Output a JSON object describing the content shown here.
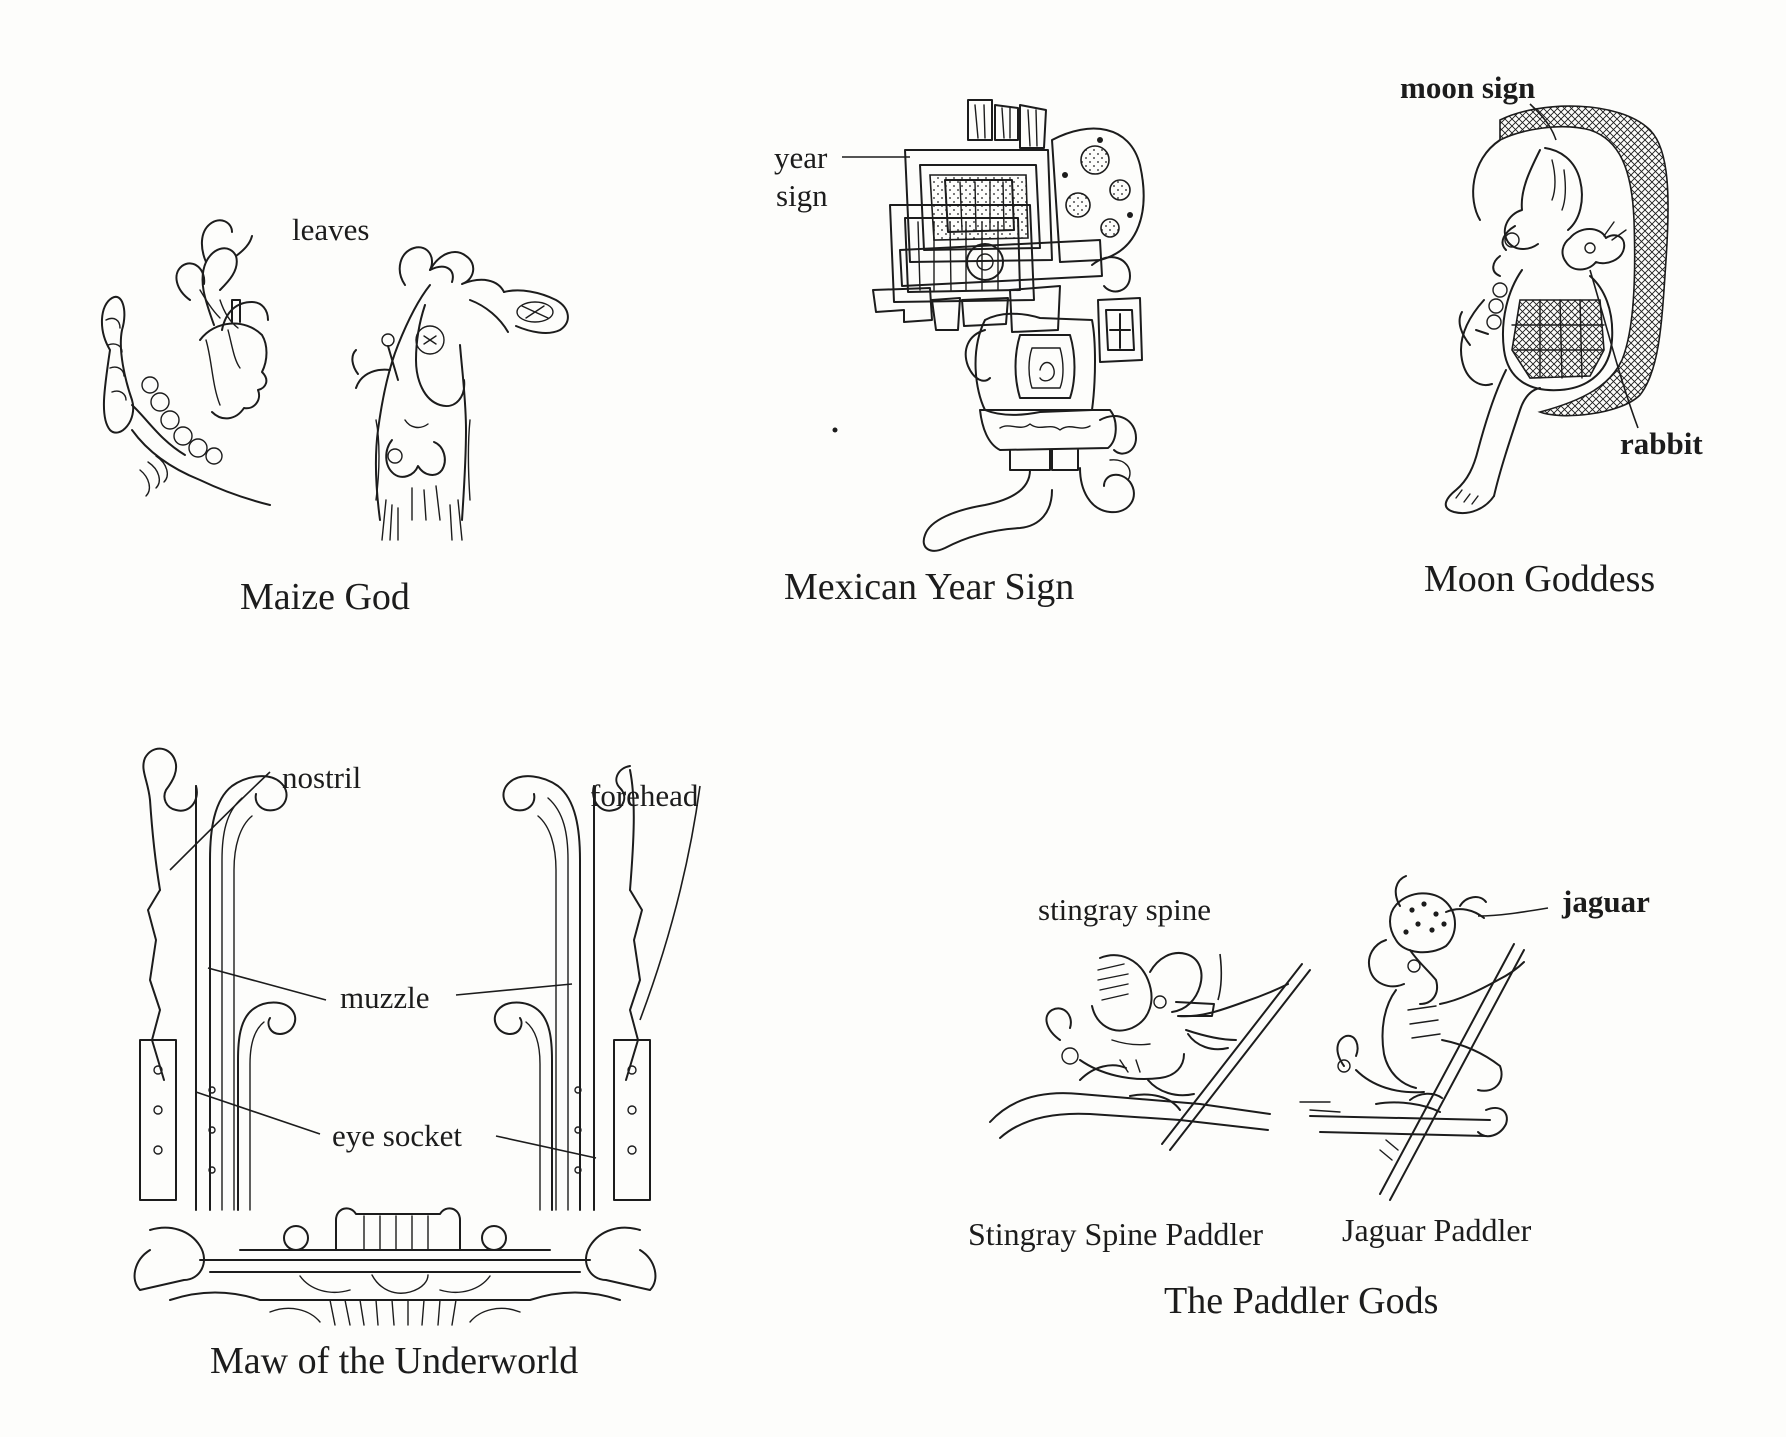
{
  "figures": {
    "maize_god": {
      "caption": "Maize God",
      "labels": {
        "leaves": "leaves"
      }
    },
    "year_sign": {
      "caption": "Mexican Year Sign",
      "labels": {
        "year": "year",
        "sign": "sign"
      }
    },
    "moon_goddess": {
      "caption": "Moon Goddess",
      "labels": {
        "moon_sign": "moon sign",
        "rabbit": "rabbit"
      }
    },
    "underworld": {
      "caption": "Maw of the Underworld",
      "labels": {
        "nostril": "nostril",
        "forehead": "forehead",
        "muzzle": "muzzle",
        "eye_socket": "eye socket"
      }
    },
    "paddlers": {
      "caption": "The Paddler Gods",
      "labels": {
        "stingray_spine": "stingray spine",
        "jaguar": "jaguar",
        "stingray_paddler": "Stingray Spine Paddler",
        "jaguar_paddler": "Jaguar Paddler"
      }
    }
  },
  "ink_color": "#1c1c1c",
  "paper_color": "#fdfdfb"
}
